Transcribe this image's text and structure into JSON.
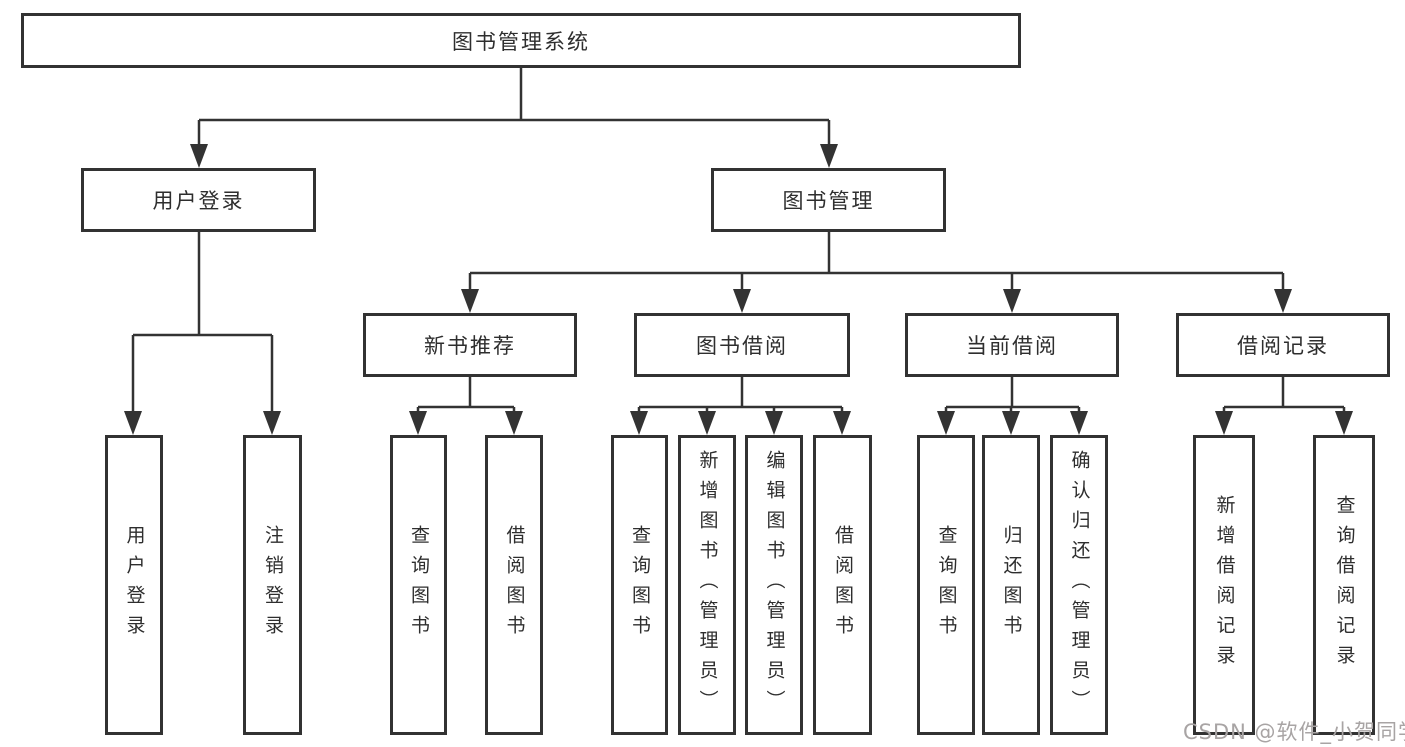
{
  "diagram_type": "hierarchy-tree",
  "tree": {
    "root": {
      "label": "图书管理系统"
    },
    "branches": [
      {
        "label": "用户登录",
        "children": [
          {
            "label": "用户登录"
          },
          {
            "label": "注销登录"
          }
        ]
      },
      {
        "label": "图书管理",
        "children": [
          {
            "label": "新书推荐",
            "children": [
              {
                "label": "查询图书"
              },
              {
                "label": "借阅图书"
              }
            ]
          },
          {
            "label": "图书借阅",
            "children": [
              {
                "label": "查询图书"
              },
              {
                "label": "新增图书（管理员）"
              },
              {
                "label": "编辑图书（管理员）"
              },
              {
                "label": "借阅图书"
              }
            ]
          },
          {
            "label": "当前借阅",
            "children": [
              {
                "label": "查询图书"
              },
              {
                "label": "归还图书"
              },
              {
                "label": "确认归还（管理员）"
              }
            ]
          },
          {
            "label": "借阅记录",
            "children": [
              {
                "label": "新增借阅记录"
              },
              {
                "label": "查询借阅记录"
              }
            ]
          }
        ]
      }
    ]
  },
  "watermark": {
    "text": "CSDN @软件_小贺同学",
    "color": "#a8a4a4"
  },
  "colors": {
    "line": "#333333",
    "box_border": "#323232",
    "text": "#2e2e2e",
    "background": "#ffffff"
  }
}
